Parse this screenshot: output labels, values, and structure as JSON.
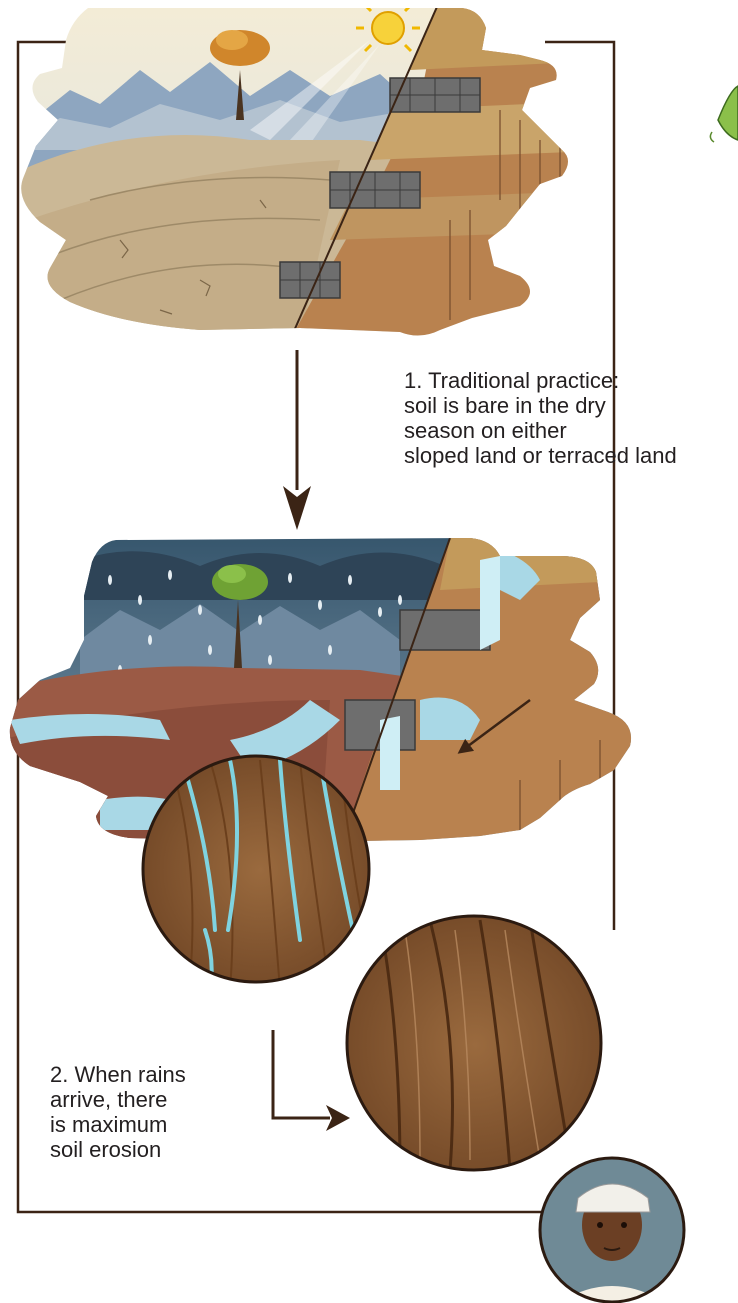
{
  "captions": {
    "step1": {
      "lines": [
        "1. Traditional practice:",
        "soil is bare in the dry",
        "season on either",
        "sloped land or terraced land"
      ]
    },
    "step2": {
      "lines": [
        "2. When rains",
        "arrive, there",
        "is maximum",
        "soil erosion"
      ]
    }
  },
  "colors": {
    "frame_line": "#3b2415",
    "arrow": "#3b2415",
    "sky_dry": "#e9e0c9",
    "sky_rain": "#3e5f78",
    "dry_soil": "#cbb896",
    "terrace_soil": "#b9824f",
    "wet_soil": "#9b5a45",
    "water": "#a9d8e6",
    "stone": "#6b6b6b",
    "sun": "#f7d23a",
    "tree_leaves_dry": "#d0862b",
    "tree_leaves_rain": "#6fa234",
    "closeup_soil": "#8f5e35",
    "rill_water": "#7fd3e0"
  }
}
